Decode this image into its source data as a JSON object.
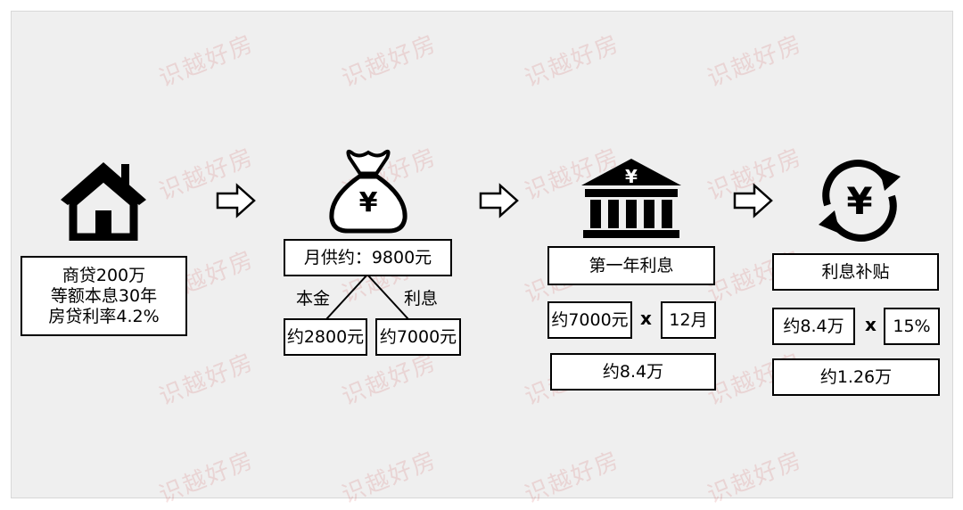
{
  "watermark": "识越好房",
  "step1": {
    "icon": "house-icon",
    "lines": [
      "商贷200万",
      "等额本息30年",
      "房贷利率4.2%"
    ]
  },
  "step2": {
    "icon": "money-bag-icon",
    "bag_symbol": "¥",
    "monthly": "月供约：9800元",
    "principal_label": "本金",
    "interest_label": "利息",
    "principal_value": "约2800元",
    "interest_value": "约7000元"
  },
  "step3": {
    "icon": "bank-icon",
    "bank_symbol": "¥",
    "title": "第一年利息",
    "factor_a": "约7000元",
    "times": "x",
    "factor_b": "12月",
    "result": "约8.4万"
  },
  "step4": {
    "icon": "yen-exchange-icon",
    "exchange_symbol": "¥",
    "title": "利息补贴",
    "factor_a": "约8.4万",
    "times": "x",
    "factor_b": "15%",
    "result": "约1.26万"
  },
  "arrows": [
    "arrow-right-icon",
    "arrow-right-icon",
    "arrow-right-icon"
  ]
}
